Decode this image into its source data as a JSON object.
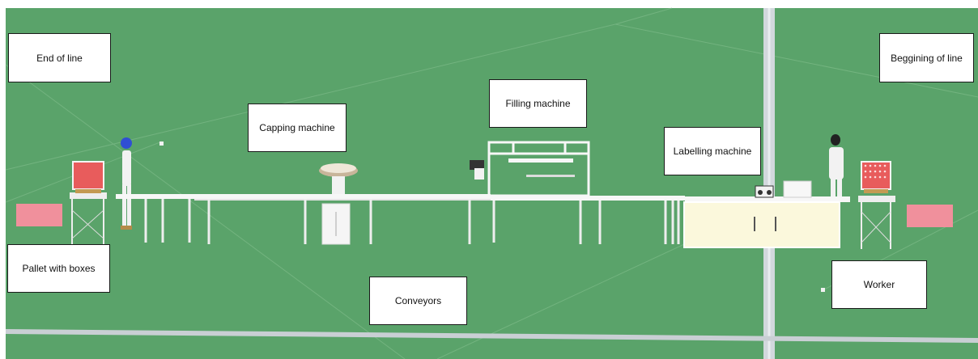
{
  "labels": {
    "end_of_line": "End of line",
    "beginning_of_line": "Beggining of line",
    "filling_machine": "Filling machine",
    "capping_machine": "Capping machine",
    "labelling_machine": "Labelling machine",
    "pallet_with_boxes": "Pallet with boxes",
    "conveyors": "Conveyors",
    "worker": "Worker"
  },
  "colors": {
    "ground": "#5aa36a",
    "road": "#d2d8dd",
    "equipment": "#f7f7f7",
    "pallet_box": "#e85c5c",
    "zone_marker": "#f0909c",
    "machine_base": "#fbf8dc"
  }
}
